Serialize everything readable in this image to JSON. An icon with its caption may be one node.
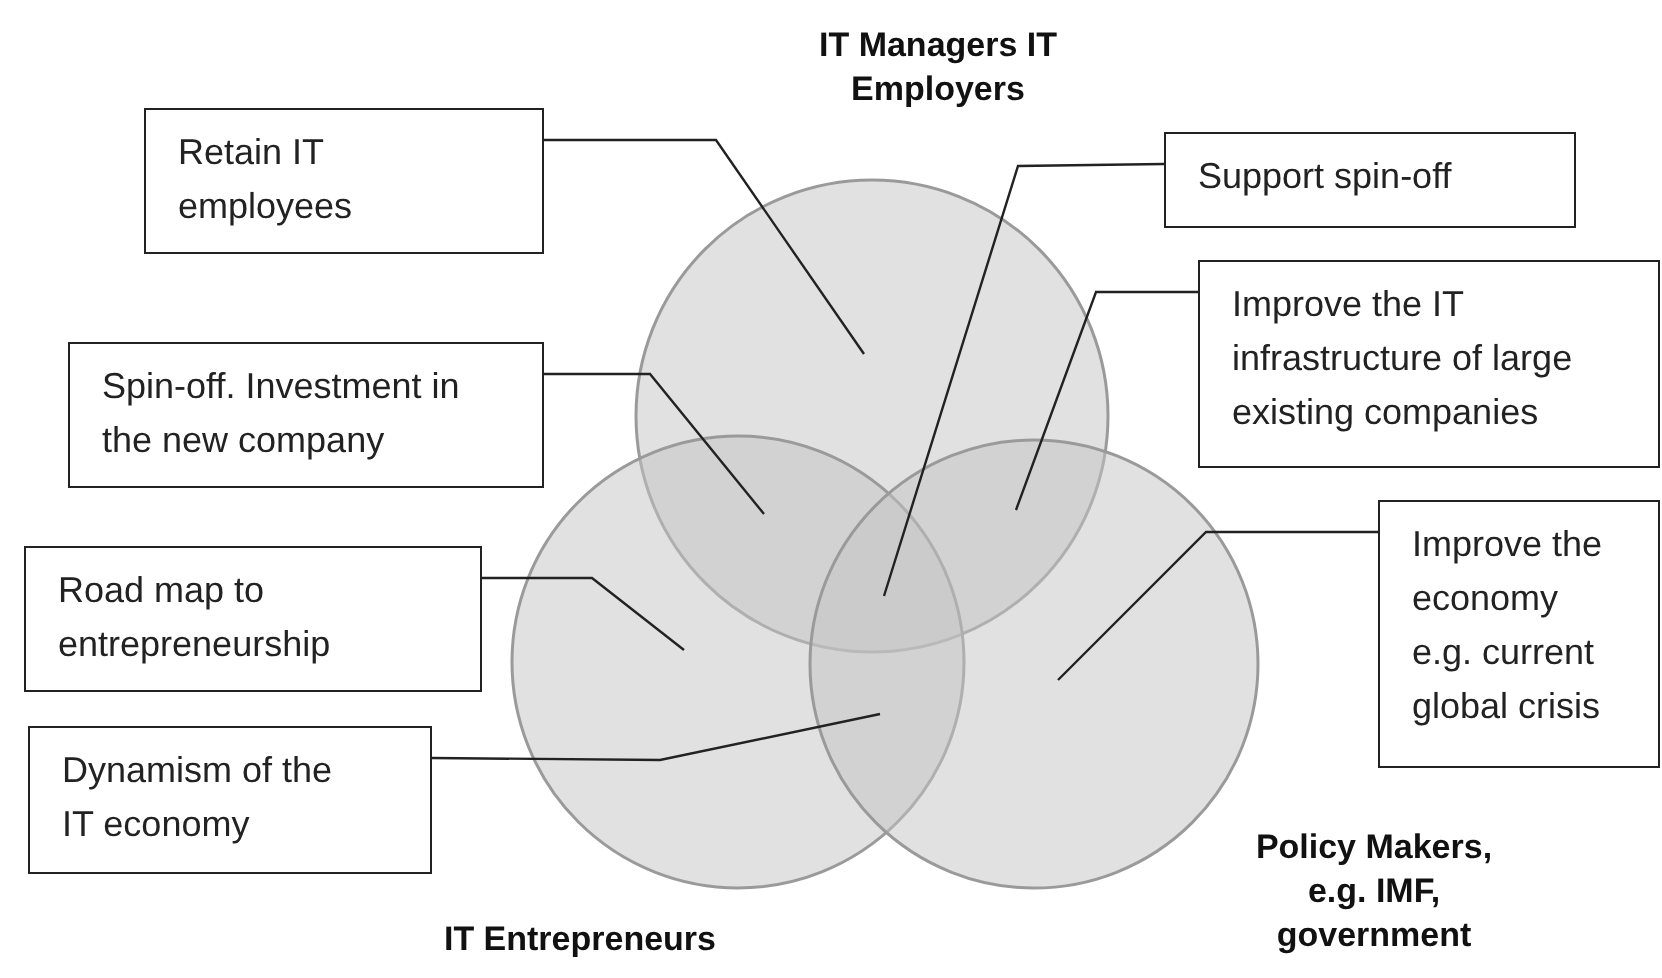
{
  "diagram": {
    "nodes": [
      {
        "text": [
          "IT Managers IT Employers"
        ]
      },
      {
        "text": [
          "Retain IT employees"
        ]
      },
      {
        "text": [
          "Support spin-off"
        ]
      },
      {
        "text": [
          "Spin-off. Investment in the new company"
        ]
      },
      {
        "text": [
          "Improve the IT infrastructure of large existing companies"
        ]
      },
      {
        "text": [
          "IT Entrepreneurs"
        ]
      },
      {
        "text": [
          "Road map to entrepreneurship"
        ]
      },
      {
        "text": [
          "Improve the economy e.g. current global crisis"
        ]
      },
      {
        "text": [
          "Dynamism of the IT economy"
        ]
      },
      {
        "text": [
          "Policy Makers, e.g. IMF, government"
        ]
      }
    ],
    "edges": [
      {
        "from": 1,
        "to": 0,
        "arrow": "none"
      },
      {
        "from": 2,
        "to": 9,
        "arrow": "none"
      },
      {
        "from": 3,
        "to": 5,
        "arrow": "none"
      },
      {
        "from": 4,
        "to": 9,
        "arrow": "none"
      },
      {
        "from": 6,
        "to": 5,
        "arrow": "none"
      },
      {
        "from": 7,
        "to": 9,
        "arrow": "none"
      },
      {
        "from": 8,
        "to": 9,
        "arrow": "none"
      }
    ]
  }
}
